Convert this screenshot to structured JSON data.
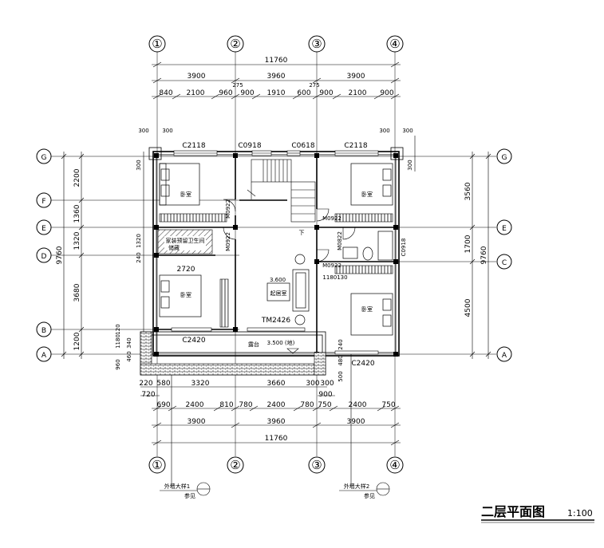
{
  "title": "二层平面图",
  "scale": "1:100",
  "axes": {
    "columns": [
      "①",
      "②",
      "③",
      "④"
    ],
    "rows": [
      "G",
      "F",
      "E",
      "D",
      "C",
      "B",
      "A"
    ]
  },
  "dims": {
    "top_total": "11760",
    "top_bays": [
      "3900",
      "3960",
      "3900"
    ],
    "top_gap_a": "275",
    "top_gap_b": "275",
    "top_details": [
      "840",
      "2100",
      "960",
      "900",
      "1910",
      "600",
      "900",
      "2100",
      "900"
    ],
    "corner_300": "300",
    "left_outer": [
      "2200",
      "1360",
      "1320",
      "3680",
      "1200"
    ],
    "left_total": "9760",
    "left_inner": [
      "300",
      "1320",
      "240",
      "1180",
      "120",
      "340",
      "460",
      "960"
    ],
    "right_outer": [
      "3560",
      "1700",
      "4500"
    ],
    "right_total": "9760",
    "right_inner": [
      "300",
      "240",
      "480",
      "500"
    ],
    "bottom_row1": [
      "220",
      "580",
      "3320",
      "3660",
      "300",
      "300"
    ],
    "bottom_720": "720",
    "bottom_900": "900",
    "bottom_details": [
      "690",
      "2400",
      "810",
      "780",
      "2400",
      "780",
      "750",
      "2400",
      "750"
    ],
    "bottom_bays": [
      "3900",
      "3960",
      "3900"
    ],
    "bottom_total": "11760"
  },
  "labels": {
    "windows_top": [
      "C2118",
      "C0918",
      "C0618",
      "C2118"
    ],
    "door_m0922_a": "M0922",
    "door_m0922_b": "M0922",
    "door_m0922_c": "M0922",
    "door_m0922_d": "M0922",
    "door_m0822": "M0822",
    "window_c0918_right": "C0918",
    "window_1180": "1180130",
    "window_c2420_left": "C2420",
    "window_c2420_right": "C2420",
    "door_tm2426": "TM2426",
    "elev_3600": "3.600",
    "elev_3500": "3.500 (地)",
    "bedroom": "卧室",
    "living": "起居室",
    "balcony": "露台",
    "bath_note": "家装预留卫生间",
    "storage": "储藏",
    "down": "下",
    "detail_ref_1": "外墙大样1",
    "detail_ref_2": "外墙大样2",
    "detail_sub": "参见"
  }
}
